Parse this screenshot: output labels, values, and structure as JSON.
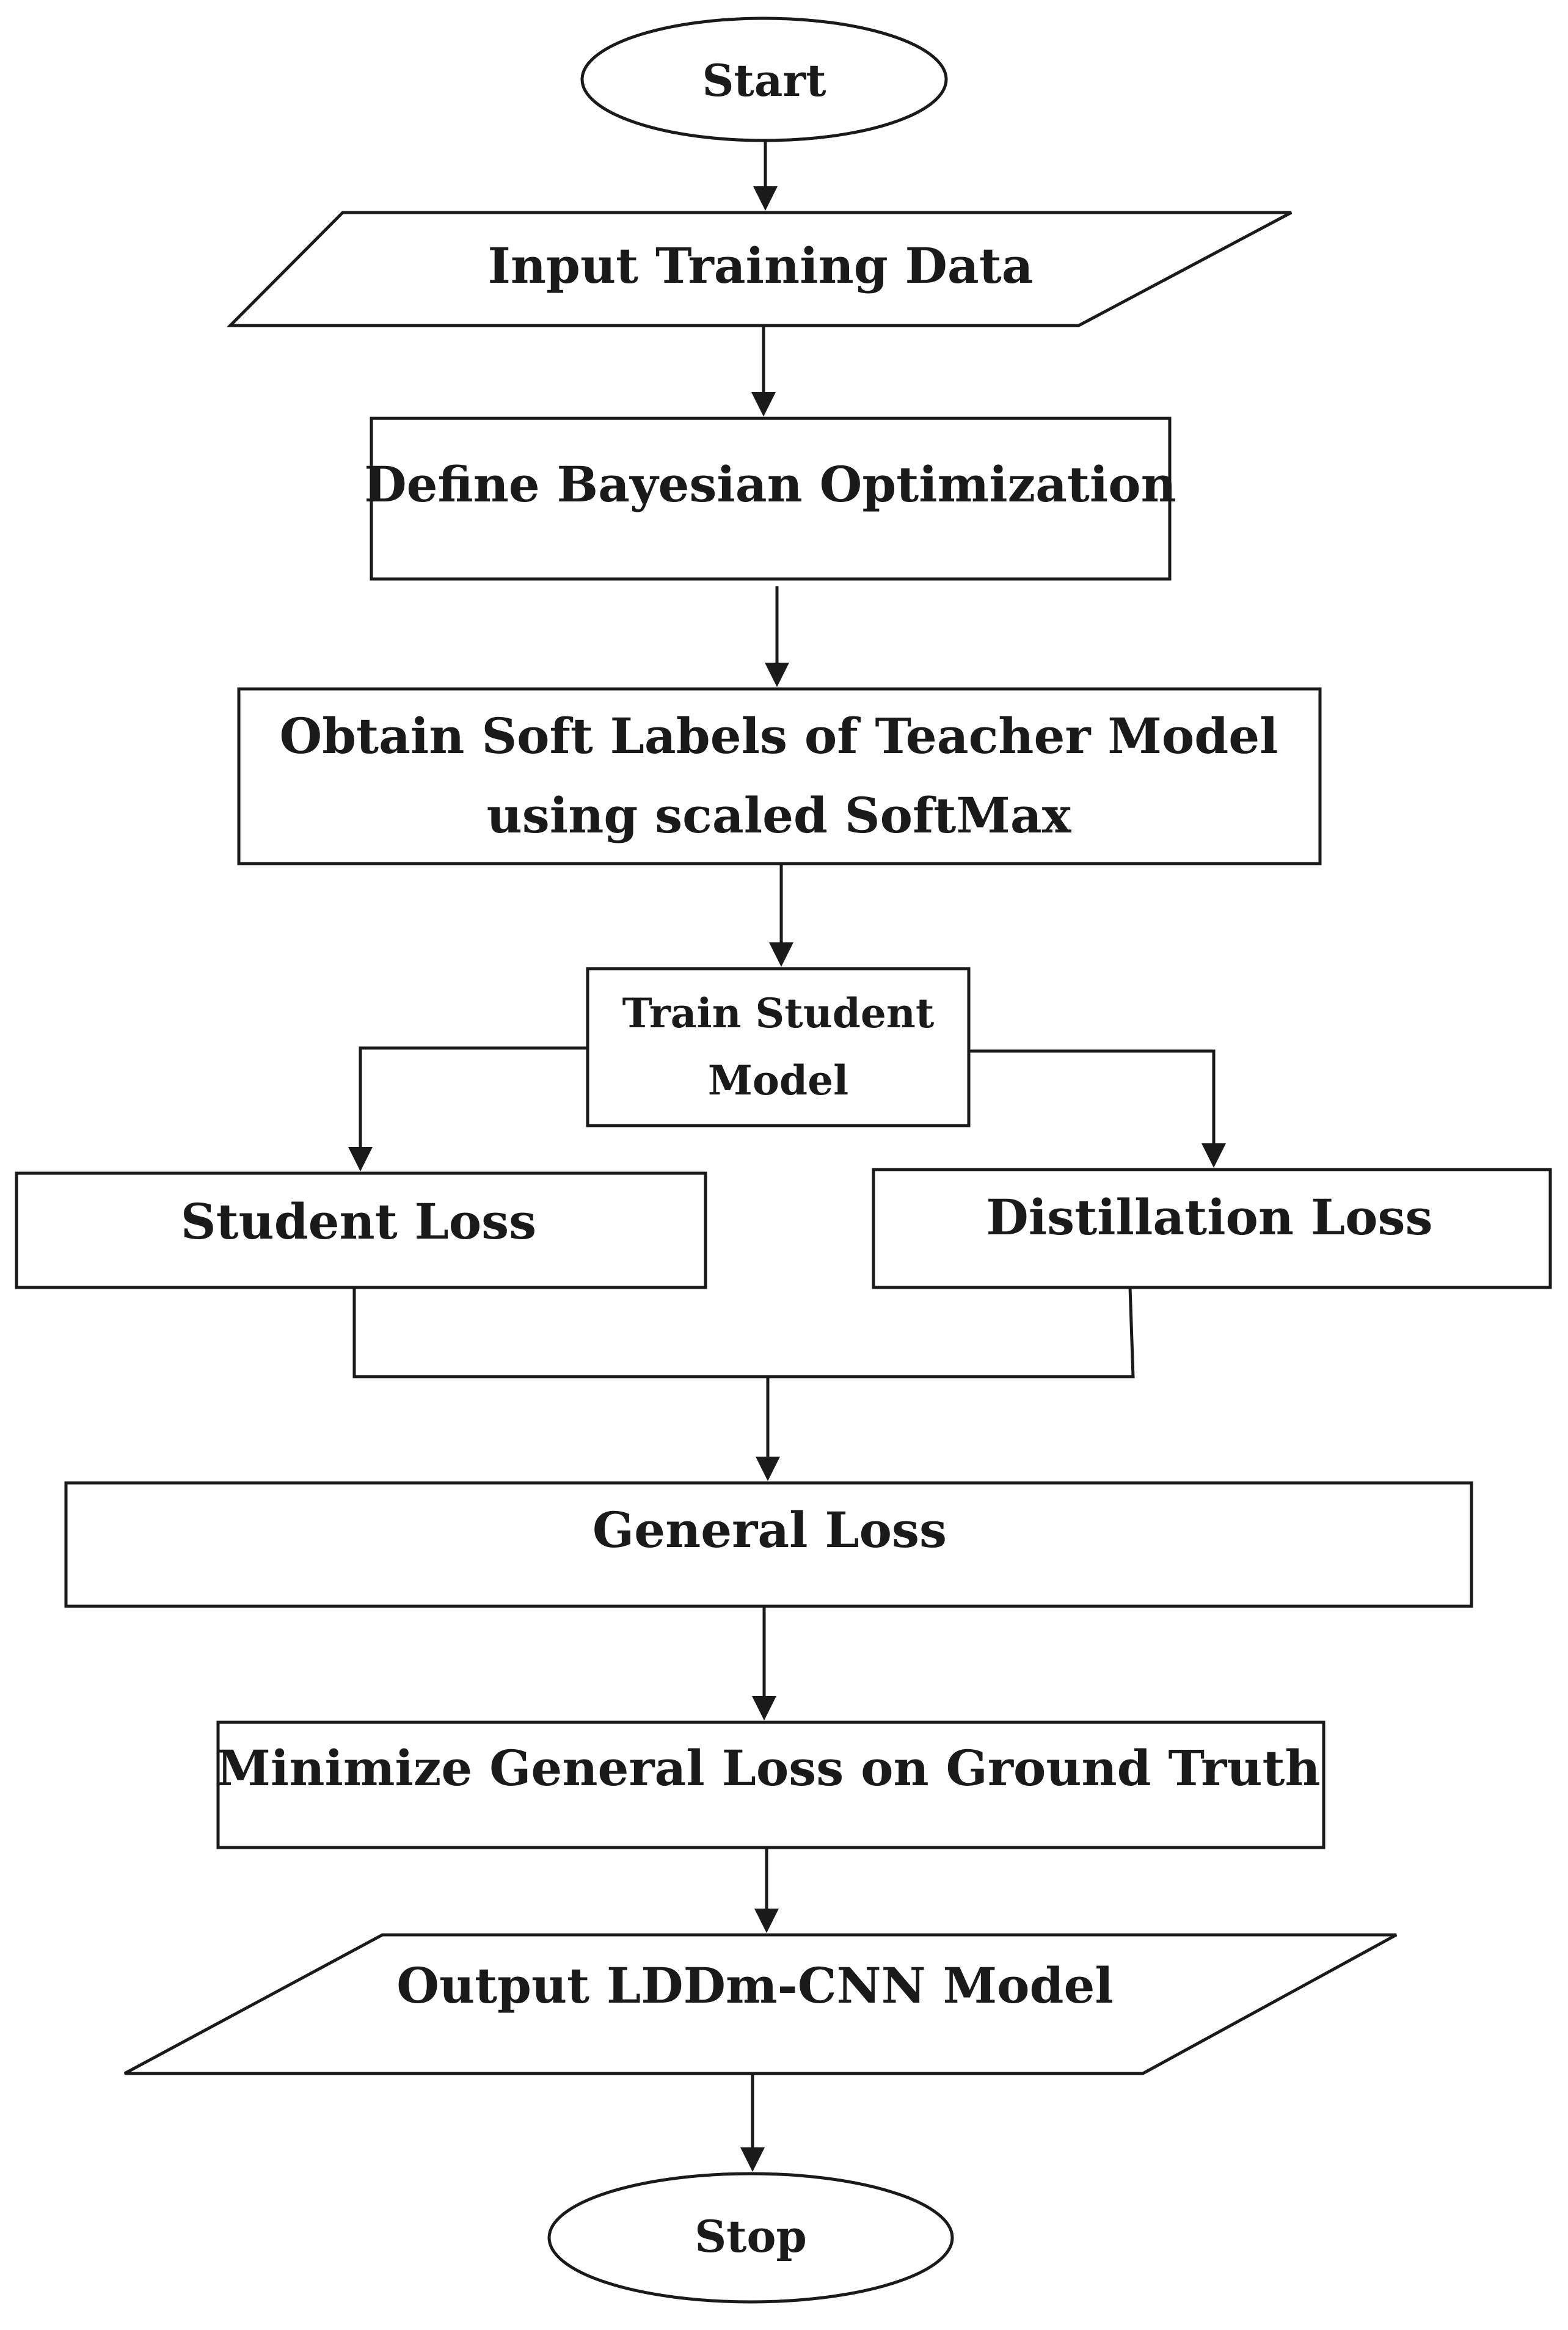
{
  "flowchart": {
    "start": "Start",
    "input": "Input Training Data",
    "define": "Define Bayesian Optimization",
    "obtain_line1": "Obtain Soft Labels of Teacher Model",
    "obtain_line2": "using scaled SoftMax",
    "train_line1": "Train Student",
    "train_line2": "Model",
    "student_loss": "Student Loss",
    "distillation_loss": "Distillation Loss",
    "general_loss": "General Loss",
    "minimize": "Minimize General Loss on Ground Truth",
    "output": "Output LDDm-CNN Model",
    "stop": "Stop"
  }
}
